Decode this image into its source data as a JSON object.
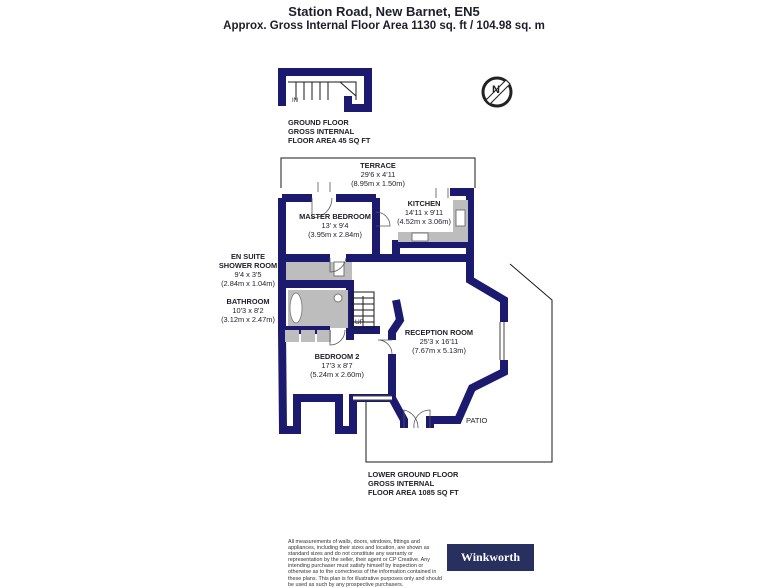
{
  "header": {
    "title": "Station Road, New Barnet, EN5",
    "area": "Approx. Gross Internal Floor Area 1130 sq. ft / 104.98 sq. m"
  },
  "ground_floor": {
    "line1": "GROUND FLOOR",
    "line2": "GROSS INTERNAL",
    "line3": "FLOOR AREA 45 SQ FT",
    "entry": "IN"
  },
  "lower_ground_floor": {
    "line1": "LOWER GROUND FLOOR",
    "line2": "GROSS INTERNAL",
    "line3": "FLOOR AREA 1085 SQ FT"
  },
  "rooms": {
    "terrace": {
      "name": "TERRACE",
      "dims": "29'6 x 4'11",
      "metric": "(8.95m x 1.50m)"
    },
    "master_bedroom": {
      "name": "MASTER BEDROOM",
      "dims": "13' x 9'4",
      "metric": "(3.95m x 2.84m)"
    },
    "kitchen": {
      "name": "KITCHEN",
      "dims": "14'11 x 9'11",
      "metric": "(4.52m x 3.06m)"
    },
    "en_suite": {
      "name1": "EN SUITE",
      "name2": "SHOWER ROOM",
      "dims": "9'4 x 3'5",
      "metric": "(2.84m x 1.04m)"
    },
    "bathroom": {
      "name": "BATHROOM",
      "dims": "10'3 x 8'2",
      "metric": "(3.12m x 2.47m)"
    },
    "reception": {
      "name": "RECEPTION ROOM",
      "dims": "25'3 x 16'11",
      "metric": "(7.67m x 5.13m)"
    },
    "bedroom2": {
      "name": "BEDROOM 2",
      "dims": "17'3 x 8'7",
      "metric": "(5.24m x 2.60m)"
    },
    "patio": {
      "name": "PATIO"
    }
  },
  "stairs": {
    "up": "UP"
  },
  "compass": {
    "letter": "N",
    "icon": "north-compass-icon"
  },
  "footer": {
    "disclaimer": "All measurements of walls, doors, windows, fittings and appliances, including their sizes and location, are shown as standard sizes and do not constitute any warranty or representation by the seller, their agent or CP Creative. Any intending purchaser must satisfy himself by inspection or otherwise as to the correctness of the information contained in these plans. This plan is for illustrative purposes only and should be used as such by any prospective purchasers.",
    "brand": "Winkworth",
    "brand_color": "#27305e"
  },
  "colors": {
    "walls": "#1b1a6e",
    "fixtures": "#bdbdbd"
  }
}
